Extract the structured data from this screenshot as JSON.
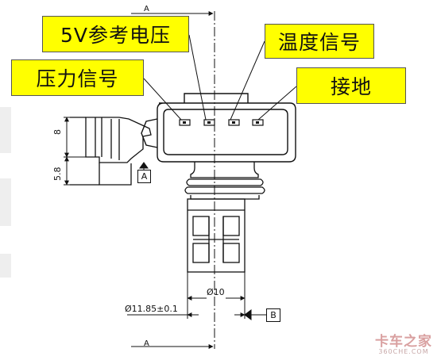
{
  "labels": {
    "ref_5v": "5V参考电压",
    "temperature_signal": "温度信号",
    "pressure_signal": "压力信号",
    "ground": "接地"
  },
  "dimensions": {
    "section_top": "A",
    "section_bottom": "A",
    "dim_8": "8",
    "dim_5_8": "5.8",
    "datum_a": "A",
    "datum_b": "B",
    "dia_10": "Ø10",
    "dia_11_85": "Ø11.85±0.1"
  },
  "watermark": {
    "text": "卡车之家",
    "subtext": "360CHE.COM"
  },
  "colors": {
    "label_fill": "#ffff00",
    "line": "#111111"
  }
}
